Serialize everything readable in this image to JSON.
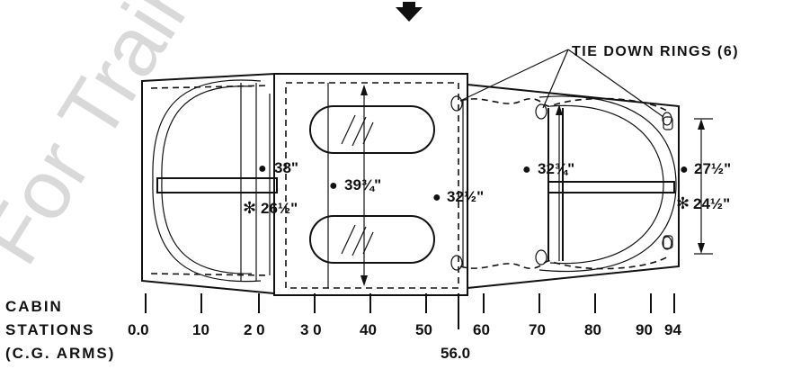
{
  "watermark": "For Trainin",
  "callout": {
    "label": "TIE DOWN RINGS (6)"
  },
  "station_labels": {
    "line1": "CABIN",
    "line2": "STATIONS",
    "line3": "(C.G. ARMS)"
  },
  "stations": [
    "0.0",
    "10",
    "2 0",
    "3 0",
    "40",
    "50",
    "60",
    "70",
    "80",
    "90",
    "94",
    "56.0"
  ],
  "dimensions": {
    "d38": "38\"",
    "d26": "26½\"",
    "d39": "39¾\"",
    "d32h": "32½\"",
    "d32q": "32¾\"",
    "d27": "27½\"",
    "d24": "24½\""
  },
  "markers": {
    "bullet": "●",
    "asterisk": "✻"
  },
  "icons": {
    "direction": "down-arrow-icon"
  },
  "colors": {
    "ink": "#111111",
    "watermark": "#d9d9d9",
    "background": "#ffffff"
  }
}
